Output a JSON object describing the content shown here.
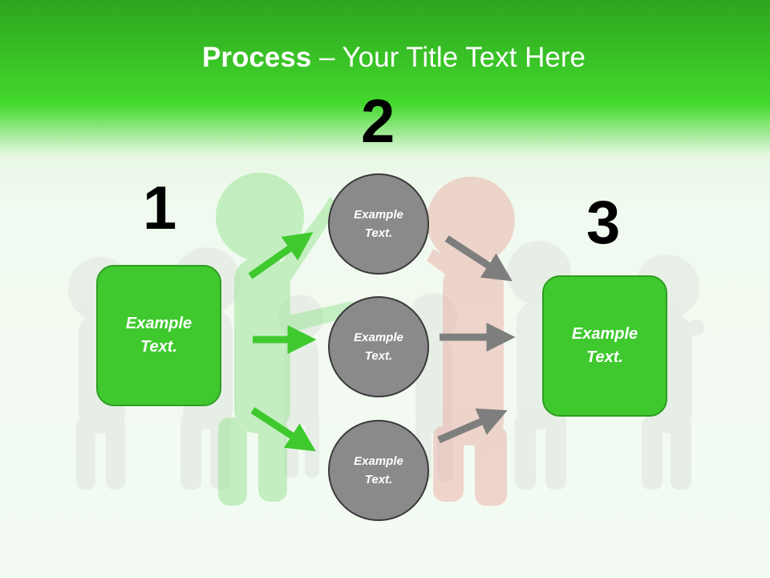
{
  "slide": {
    "title_bold": "Process",
    "title_rest": " – Your Title Text Here",
    "numbers": {
      "n1": "1",
      "n2": "2",
      "n3": "3"
    },
    "box_left": "Example\nText.",
    "box_right": "Example\nText.",
    "circles": [
      "Example\nText.",
      "Example\nText.",
      "Example\nText."
    ]
  },
  "colors": {
    "header_green": "#3fd12a",
    "box_green": "#3fc92e",
    "circle_gray": "#8a8a8a",
    "arrow_green": "#3fc92e",
    "arrow_gray": "#7e7e7e"
  },
  "icons": [
    "green-figure",
    "red-figure",
    "white-figure",
    "arrow-icon"
  ]
}
